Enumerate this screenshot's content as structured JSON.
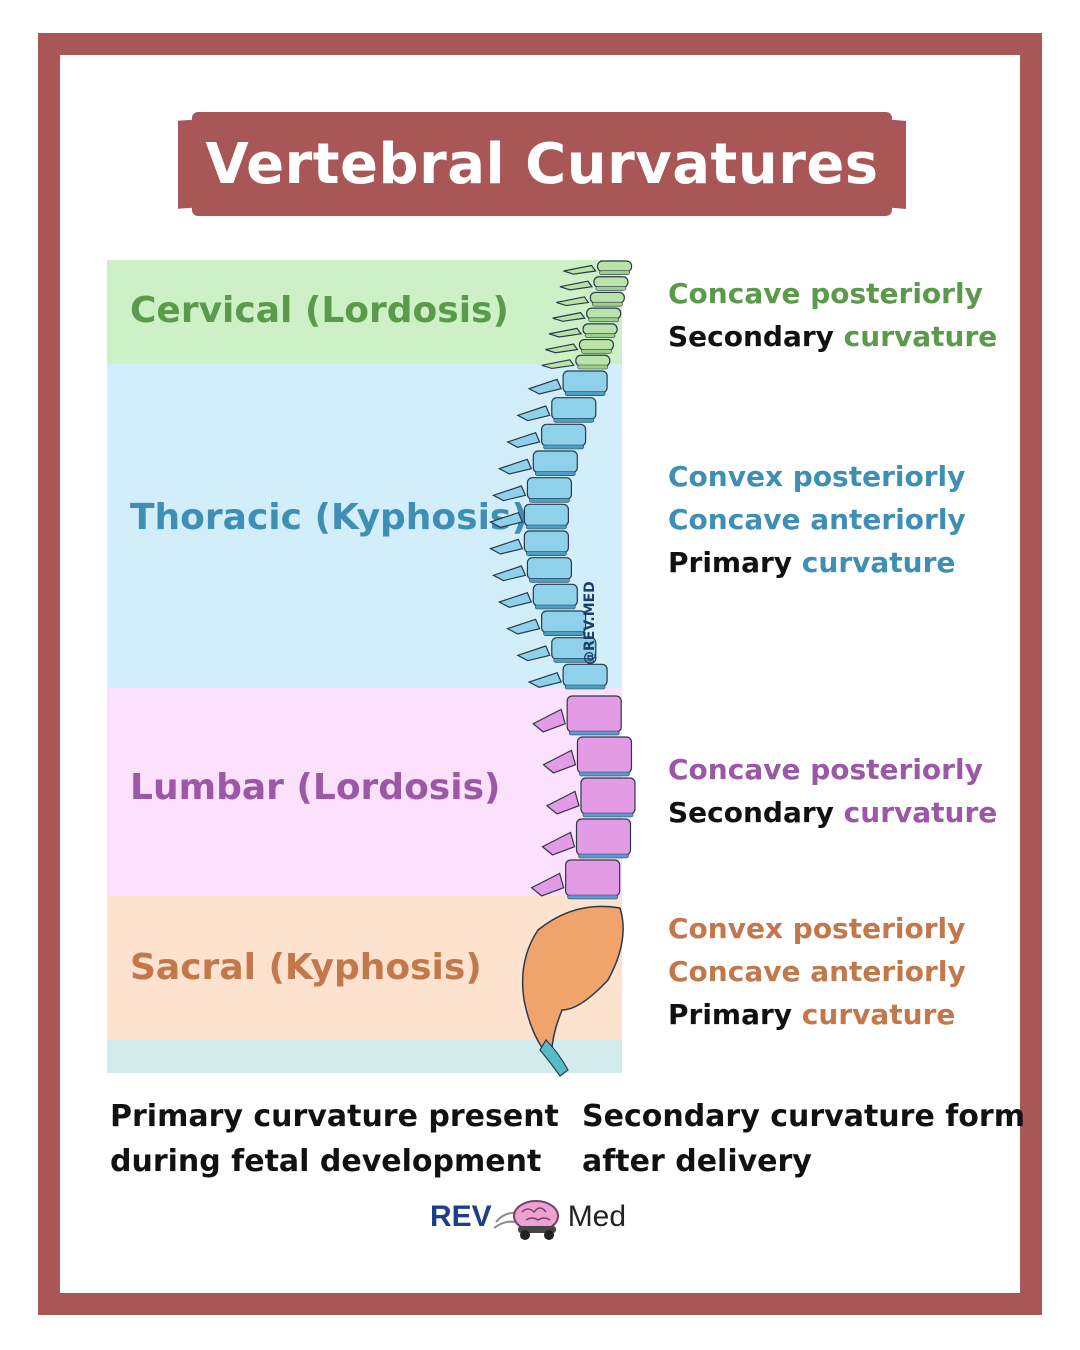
{
  "title": "Vertebral Curvatures",
  "colors": {
    "frame": "#a85656",
    "cervical_text": "#5a9a4a",
    "thoracic_text": "#3f8fb5",
    "lumbar_text": "#9a58a6",
    "sacral_text": "#c2784a",
    "cervical_band": "#cdf0c6",
    "thoracic_band": "#d2eefa",
    "lumbar_band": "#fde0fb",
    "sacral_band": "#fde2d0",
    "coccyx_band": "#d2ecee"
  },
  "regions": [
    {
      "label": "Cervical (Lordosis)",
      "lines": [
        {
          "parts": [
            "Concave posteriorly"
          ],
          "black": []
        },
        {
          "parts": [
            "Secondary",
            " curvature"
          ],
          "black": [
            0
          ]
        }
      ]
    },
    {
      "label": "Thoracic (Kyphosis)",
      "lines": [
        {
          "parts": [
            "Convex posteriorly"
          ],
          "black": []
        },
        {
          "parts": [
            "Concave anteriorly"
          ],
          "black": []
        },
        {
          "parts": [
            "Primary",
            " curvature"
          ],
          "black": [
            0
          ]
        }
      ]
    },
    {
      "label": "Lumbar (Lordosis)",
      "lines": [
        {
          "parts": [
            "Concave posteriorly"
          ],
          "black": []
        },
        {
          "parts": [
            "Secondary",
            " curvature"
          ],
          "black": [
            0
          ]
        }
      ]
    },
    {
      "label": "Sacral (Kyphosis)",
      "lines": [
        {
          "parts": [
            "Convex posteriorly"
          ],
          "black": []
        },
        {
          "parts": [
            "Concave anteriorly"
          ],
          "black": []
        },
        {
          "parts": [
            "Primary",
            " curvature"
          ],
          "black": [
            0
          ]
        }
      ]
    }
  ],
  "watermark": "@REV.MED",
  "notes": {
    "primary_line1": "Primary curvature present",
    "primary_line2": "during fetal development",
    "secondary_line1": "Secondary curvature form",
    "secondary_line2": "after delivery"
  },
  "logo": {
    "left": "REV",
    "right": "Med",
    "icon": "brain-car-icon"
  }
}
